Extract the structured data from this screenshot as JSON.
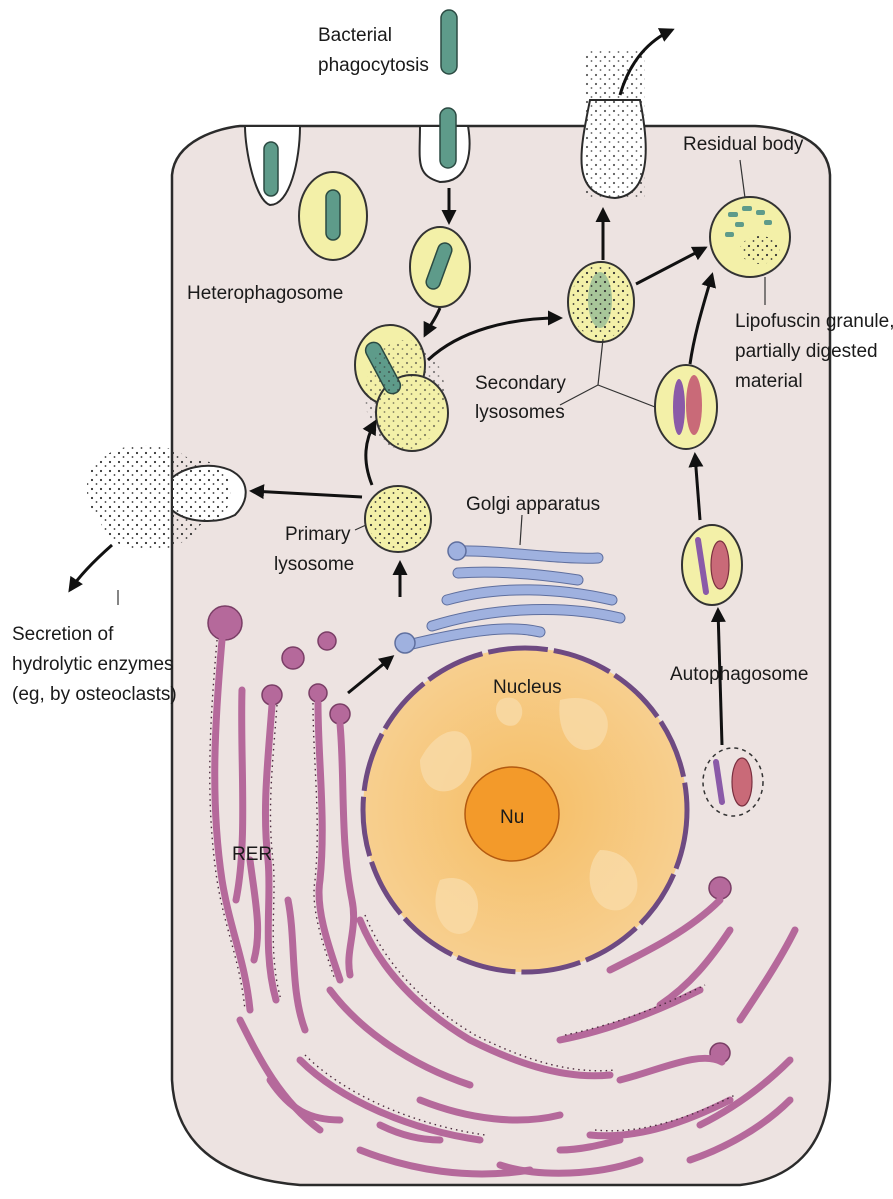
{
  "diagram": {
    "labels": {
      "bacterial_phagocytosis_line1": "Bacterial",
      "bacterial_phagocytosis_line2": "phagocytosis",
      "residual_body": "Residual body",
      "heterophagosome": "Heterophagosome",
      "lipofuscin_line1": "Lipofuscin granule,",
      "lipofuscin_line2": "partially digested",
      "lipofuscin_line3": "material",
      "secondary_lysosomes_line1": "Secondary",
      "secondary_lysosomes_line2": "lysosomes",
      "golgi_apparatus": "Golgi apparatus",
      "primary_lysosome_line1": "Primary",
      "primary_lysosome_line2": "lysosome",
      "secretion_line1": "Secretion of",
      "secretion_line2": "hydrolytic enzymes",
      "secretion_line3": "(eg, by osteoclasts)",
      "nucleus": "Nucleus",
      "nucleolus": "Nu",
      "autophagosome": "Autophagosome",
      "rer": "RER"
    },
    "colors": {
      "cytoplasm": "#ede3e1",
      "cell_outline": "#2b2b2b",
      "vesicle_fill": "#f3f0a8",
      "bacterium": "#5e9b8a",
      "nucleus": "#f7c77a",
      "nucleolus": "#f39a2a",
      "nuclear_envelope": "#6e4a82",
      "er": "#b5699b",
      "golgi": "#9fb1df",
      "mitochondria": "#c96a78"
    }
  }
}
